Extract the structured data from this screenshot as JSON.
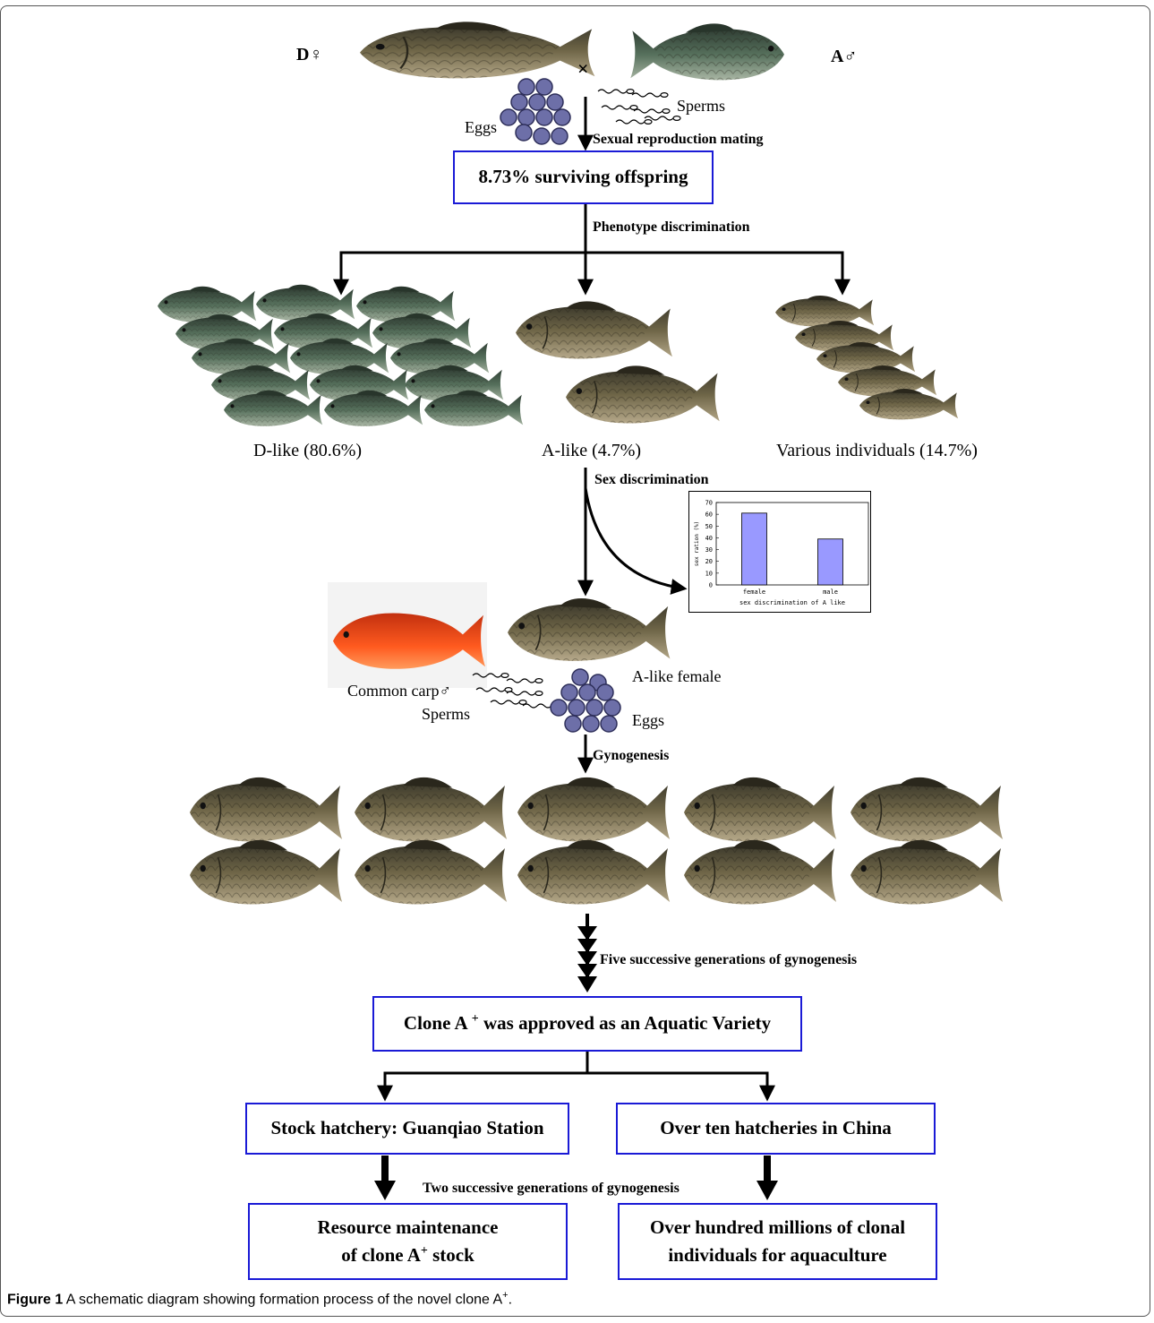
{
  "top": {
    "parent_female": "D♀",
    "parent_male": "A♂",
    "cross": "×",
    "eggs": "Eggs",
    "sperms": "Sperms",
    "mating": "Sexual reproduction mating"
  },
  "boxes": {
    "offspring": "8.73% surviving offspring",
    "clone_prefix": "Clone A",
    "clone_sup": "+",
    "clone_suffix": " was approved as an Aquatic Variety",
    "stock_hatchery": "Stock hatchery: Guanqiao Station",
    "ten_hatcheries": "Over ten hatcheries in China",
    "resource_line1": "Resource maintenance",
    "resource_line2_prefix": "of clone A",
    "resource_line2_sup": "+",
    "resource_line2_suffix": " stock",
    "hundred_line1": "Over hundred millions of clonal",
    "hundred_line2": "individuals for aquaculture"
  },
  "steps": {
    "phenotype": "Phenotype discrimination",
    "sex": "Sex discrimination",
    "gynogenesis": "Gynogenesis",
    "five_generations": "Five successive generations of gynogenesis",
    "two_generations": "Two successive generations of gynogenesis"
  },
  "groups": {
    "d_like": "D-like (80.6%)",
    "a_like": "A-like (4.7%)",
    "various": "Various individuals (14.7%)"
  },
  "gyno": {
    "common_carp": "Common carp♂",
    "sperms": "Sperms",
    "a_like_female": "A-like female",
    "eggs": "Eggs"
  },
  "chart_data": {
    "type": "bar",
    "categories": [
      "female",
      "male"
    ],
    "values": [
      61,
      39
    ],
    "ylabel": "sex ration (%)",
    "xlabel": "sex discrimination of A like",
    "ylim": [
      0,
      70
    ],
    "yticks": [
      "0",
      "10",
      "20",
      "30",
      "40",
      "50",
      "60",
      "70"
    ],
    "bar_color": "#9999ff"
  },
  "caption": {
    "label": "Figure 1",
    "text": " A schematic diagram showing formation process of the novel clone A",
    "sup": "+",
    "end": "."
  }
}
